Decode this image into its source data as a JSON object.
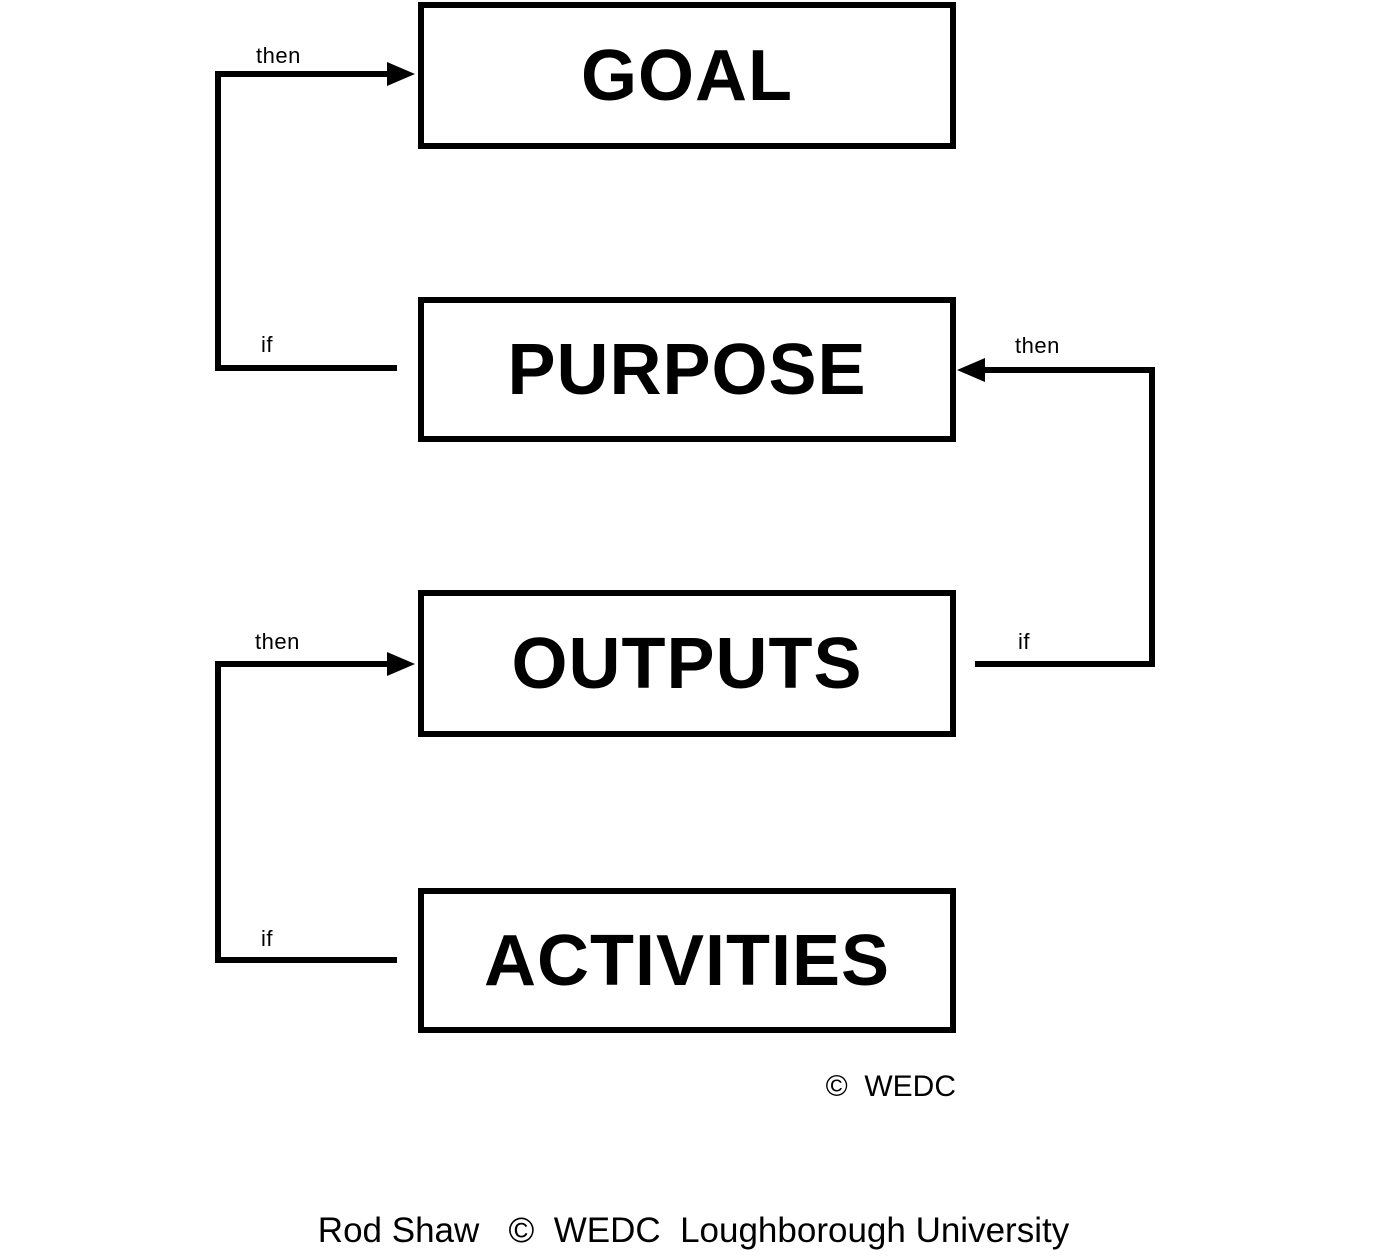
{
  "diagram": {
    "title_hint": "logical framework if-then hierarchy",
    "colors": {
      "stroke": "#000000",
      "background": "#ffffff"
    },
    "boxes": [
      {
        "id": "goal",
        "label": "GOAL"
      },
      {
        "id": "purpose",
        "label": "PURPOSE"
      },
      {
        "id": "outputs",
        "label": "OUTPUTS"
      },
      {
        "id": "activities",
        "label": "ACTIVITIES"
      }
    ],
    "connectors": [
      {
        "id": "purpose-to-goal",
        "from": "PURPOSE",
        "to": "GOAL",
        "if_label": "if",
        "then_label": "then",
        "side": "left"
      },
      {
        "id": "activities-to-outputs",
        "from": "ACTIVITIES",
        "to": "OUTPUTS",
        "if_label": "if",
        "then_label": "then",
        "side": "left"
      },
      {
        "id": "outputs-to-purpose",
        "from": "OUTPUTS",
        "to": "PURPOSE",
        "if_label": "if",
        "then_label": "then",
        "side": "right"
      }
    ]
  },
  "footer": {
    "copyright": "©  WEDC",
    "credit": "Rod Shaw   ©  WEDC  Loughborough University"
  }
}
